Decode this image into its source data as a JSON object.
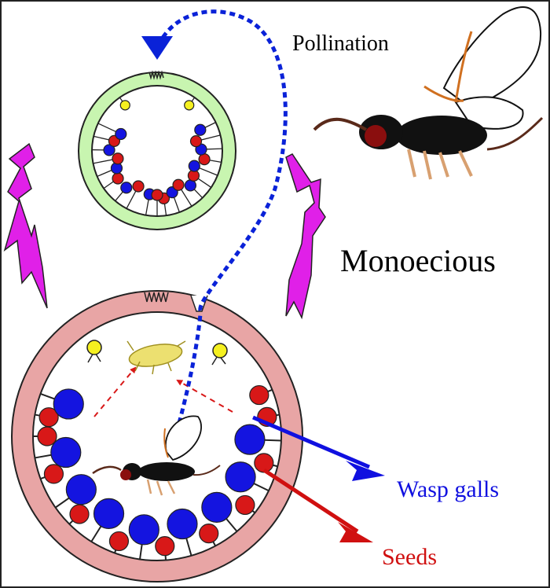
{
  "labels": {
    "pollination": "Pollination",
    "monoecious": "Monoecious",
    "wasp_galls": "Wasp galls",
    "seeds": "Seeds"
  },
  "colors": {
    "receptive_ring": "#c8f5b0",
    "mature_ring": "#e8a5a5",
    "seed_flower": "#d81818",
    "gall_flower": "#1414e0",
    "male_flower": "#f5f020",
    "dispersal_arrow": "#0a22d8",
    "cycle_arrow": "#e020e8",
    "wasp_galls_arrow": "#1010e0",
    "seeds_arrow": "#d01010"
  }
}
